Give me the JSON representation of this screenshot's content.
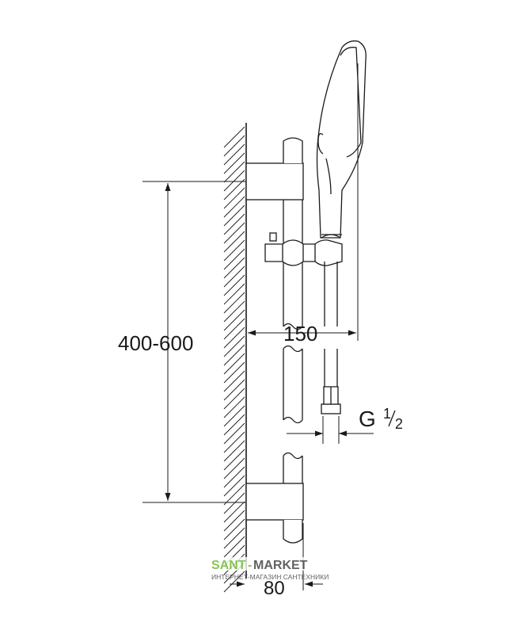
{
  "dimensions": {
    "height_range": "400-600",
    "projection": "150",
    "connection_base": "G",
    "connection_numerator": "1",
    "connection_denominator": "2",
    "wall_offset": "80"
  },
  "watermark": {
    "brand_left": "SANT",
    "brand_right": "MARKET",
    "brand_separator": "-",
    "subtitle": "ИНТЕРНЕТ-МАГАЗИН САНТЕХНИКИ"
  },
  "colors": {
    "line": "#1a1a1a",
    "watermark_green": "#7cc243",
    "watermark_gray": "#555555"
  }
}
